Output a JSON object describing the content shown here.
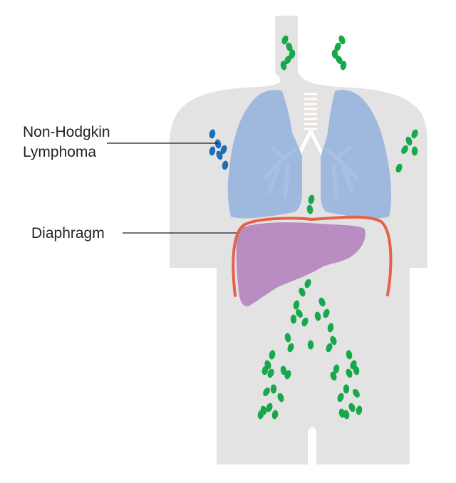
{
  "labels": {
    "nhl_line1": "Non-Hodgkin",
    "nhl_line2": "Lymphoma",
    "diaphragm": "Diaphragm"
  },
  "colors": {
    "body": "#e3e3e3",
    "lung": "#9eb9dd",
    "lung_detail": "#a9c1e2",
    "liver": "#b98dc1",
    "diaphragm": "#e8604a",
    "node_normal": "#16a84a",
    "node_affected": "#1f6fb8",
    "trachea": "#f3d7d2",
    "label_text": "#231f20"
  }
}
